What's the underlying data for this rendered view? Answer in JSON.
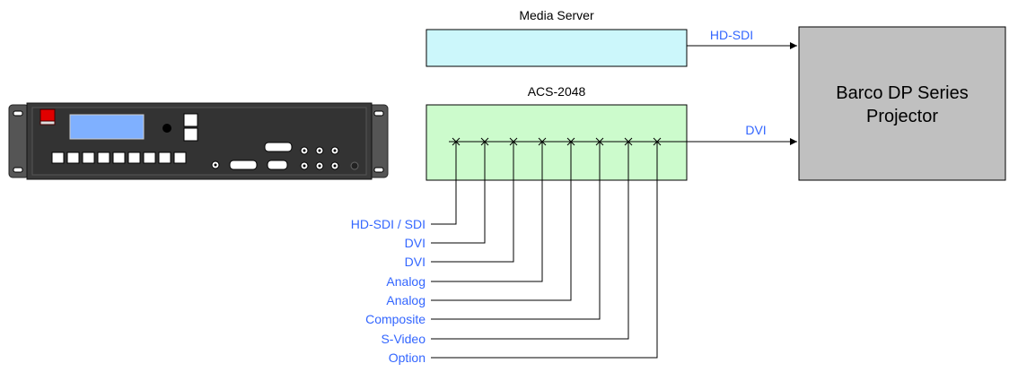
{
  "diagram": {
    "media_server": {
      "title": "Media Server",
      "fill": "#ccf7fb"
    },
    "switcher": {
      "title": "ACS-2048",
      "fill": "#ccfbcc"
    },
    "projector": {
      "label_line1": "Barco DP Series",
      "label_line2": "Projector",
      "fill": "#c0c0c0"
    },
    "links": {
      "sdi_output": "HD-SDI",
      "dvi_output": "DVI"
    },
    "inputs": [
      "HD-SDI / SDI",
      "DVI",
      "DVI",
      "Analog",
      "Analog",
      "Composite",
      "S-Video",
      "Option"
    ],
    "colors": {
      "label_blue": "#3366ff",
      "line": "#000000",
      "device_body": "#3a3a3a",
      "device_panel": "#333333",
      "lcd": "#7fb0ff",
      "power_button": "#e00000"
    }
  }
}
